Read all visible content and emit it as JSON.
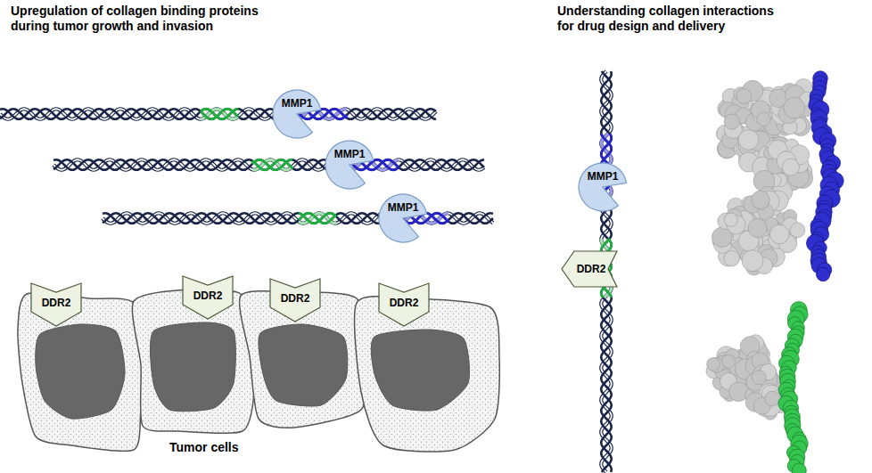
{
  "diagram": {
    "nodes": [
      {
        "text": [
          "MMP1"
        ]
      },
      {
        "text": [
          "MMP1"
        ]
      },
      {
        "text": [
          "MMP1"
        ]
      },
      {
        "text": [
          "DDR2"
        ]
      },
      {
        "text": [
          "DDR2"
        ]
      },
      {
        "text": [
          "DDR2"
        ]
      },
      {
        "text": [
          "DDR2"
        ]
      },
      {
        "text": [
          "MMP1"
        ]
      },
      {
        "text": [
          "DDR2"
        ]
      }
    ],
    "labels": [
      "Upregulation of collagen binding proteins during tumor growth and invasion",
      "Understanding collagen interactions for drug design and delivery",
      "Tumor cells"
    ]
  }
}
